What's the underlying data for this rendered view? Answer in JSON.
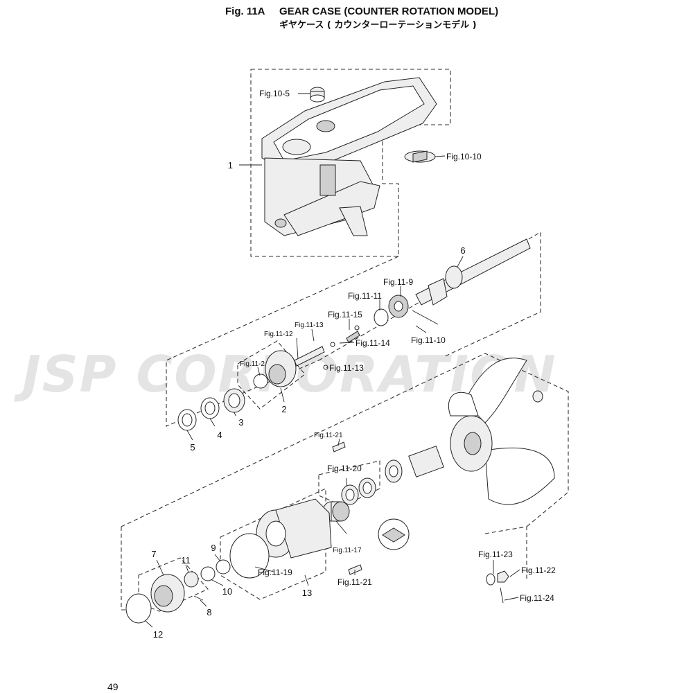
{
  "header": {
    "fig_number": "Fig. 11A",
    "title_en": "GEAR CASE (COUNTER ROTATION MODEL)",
    "title_ja": "ギヤケース ( カウンターローテーションモデル )"
  },
  "page_number": "49",
  "watermark": "JSP CORPORATION",
  "part_numbers": {
    "p1": "1",
    "p2": "2",
    "p3": "3",
    "p4": "4",
    "p5": "5",
    "p6": "6",
    "p7": "7",
    "p8": "8",
    "p9": "9",
    "p10": "10",
    "p11": "11",
    "p12": "12",
    "p13": "13"
  },
  "figure_refs": {
    "fig10_5": "Fig.10-5",
    "fig10_10": "Fig.10-10",
    "fig11_9": "Fig.11-9",
    "fig11_11": "Fig.11-11",
    "fig11_15": "Fig.11-15",
    "fig11_13_top": "Fig.11-13",
    "fig11_12": "Fig.11-12",
    "fig11_14": "Fig.11-14",
    "fig11_10": "Fig.11-10",
    "fig11_2": "Fig.11-2",
    "fig11_13_bottom": "Fig.11-13",
    "fig11_21_top": "Fig.11-21",
    "fig11_20": "Fig.11-20",
    "fig11_17": "Fig.11-17",
    "fig11_19": "Fig.11-19",
    "fig11_21_bottom": "Fig.11-21",
    "fig11_23": "Fig.11-23",
    "fig11_22": "Fig.11-22",
    "fig11_24": "Fig.11-24"
  }
}
